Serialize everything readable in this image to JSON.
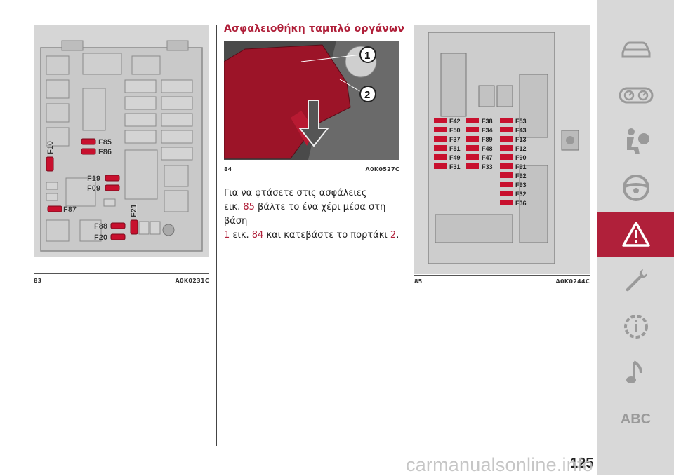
{
  "section_title": "Ασφαλειοθήκη ταμπλό οργάνων",
  "figures": [
    {
      "number": "83",
      "code": "A0K0231C",
      "fuse_labels": [
        "F10",
        "F85",
        "F86",
        "F19",
        "F09",
        "F87",
        "F21",
        "F88",
        "F20"
      ]
    },
    {
      "number": "84",
      "code": "A0K0527C",
      "callouts": [
        "1",
        "2"
      ]
    },
    {
      "number": "85",
      "code": "A0K0244C",
      "fuse_labels": [
        "F42",
        "F50",
        "F37",
        "F51",
        "F49",
        "F31",
        "F38",
        "F34",
        "F89",
        "F48",
        "F47",
        "F33",
        "F53",
        "F43",
        "F13",
        "F12",
        "F90",
        "F91",
        "F92",
        "F93",
        "F32",
        "F36"
      ]
    }
  ],
  "body_text": {
    "line1": "Για να φτάσετε στις ασφάλειες",
    "line2a": "εικ. ",
    "ref1": "85",
    "line2b": " βάλτε το ένα χέρι μέσα στη βάση",
    "ref2": "1",
    "line3a": " εικ. ",
    "ref3": "84",
    "line3b": " και κατεβάστε το πορτάκι ",
    "ref4": "2",
    "line3c": "."
  },
  "sidebar": {
    "items": [
      {
        "icon": "car-icon",
        "active": false
      },
      {
        "icon": "dashboard-gauges-icon",
        "active": false
      },
      {
        "icon": "airbag-passenger-icon",
        "active": false
      },
      {
        "icon": "steering-wheel-icon",
        "active": false
      },
      {
        "icon": "warning-triangle-icon",
        "active": true
      },
      {
        "icon": "wrench-icon",
        "active": false
      },
      {
        "icon": "info-gear-icon",
        "active": false
      },
      {
        "icon": "music-note-icon",
        "active": false
      }
    ],
    "abc_label": "ABC"
  },
  "page_number": "125",
  "watermark": "carmanualsonline.info",
  "colors": {
    "accent": "#b0203a",
    "fuse_red": "#c8102e",
    "sidebar_bg": "#d8d8d8"
  }
}
